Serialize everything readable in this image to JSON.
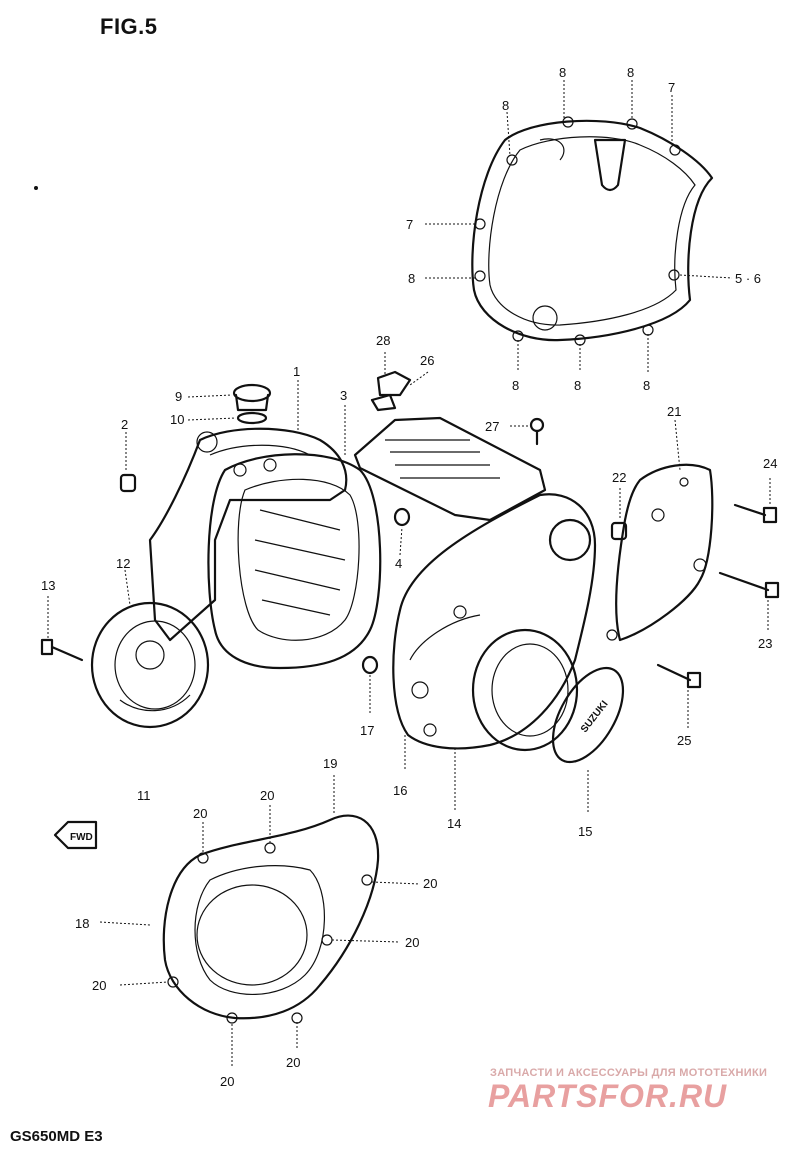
{
  "figure": {
    "title": "FIG.5",
    "model": "GS650MD E3"
  },
  "watermark": {
    "tagline": "ЗАПЧАСТИ И АКСЕССУАРЫ ДЛЯ МОТОТЕХНИКИ",
    "brand": "PARTSFOR.RU"
  },
  "fwd_label": "FWD",
  "callouts": {
    "c1": "1",
    "c2": "2",
    "c3": "3",
    "c4": "4",
    "c5_6": "5 · 6",
    "c7a": "7",
    "c7b": "7",
    "c8a": "8",
    "c8b": "8",
    "c8c": "8",
    "c8d": "8",
    "c8e": "8",
    "c8f": "8",
    "c8g": "8",
    "c9": "9",
    "c10": "10",
    "c11": "11",
    "c12": "12",
    "c13": "13",
    "c14": "14",
    "c15": "15",
    "c16": "16",
    "c17": "17",
    "c18": "18",
    "c19": "19",
    "c20a": "20",
    "c20b": "20",
    "c20c": "20",
    "c20d": "20",
    "c20e": "20",
    "c20f": "20",
    "c20g": "20",
    "c21": "21",
    "c22": "22",
    "c23": "23",
    "c24": "24",
    "c25": "25",
    "c26": "26",
    "c27": "27",
    "c28": "28"
  }
}
